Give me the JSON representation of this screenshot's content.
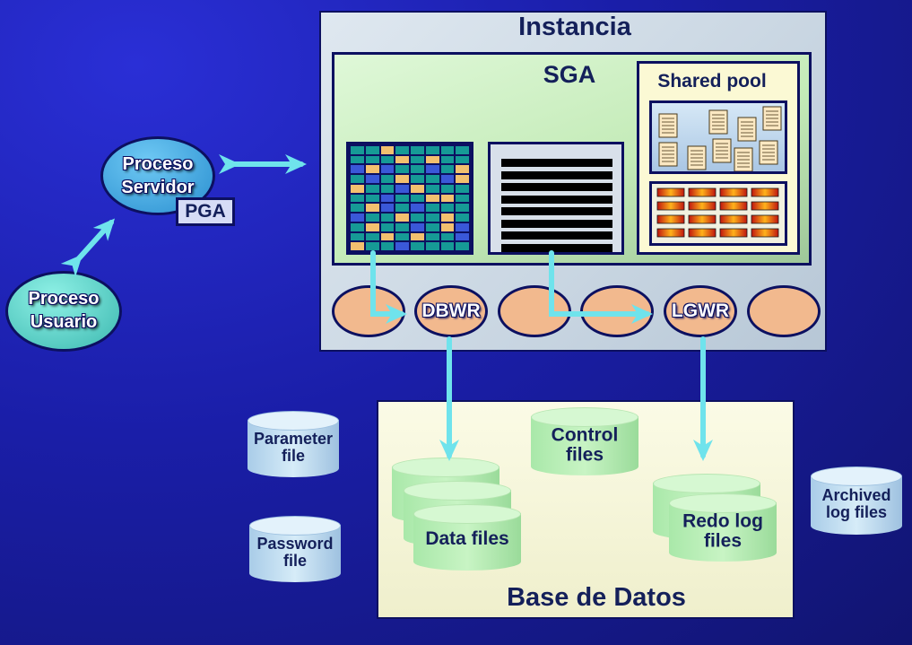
{
  "instance": {
    "title": "Instancia"
  },
  "sga": {
    "title": "SGA"
  },
  "shared_pool": {
    "title": "Shared pool"
  },
  "server_process": {
    "label": "Proceso Servidor",
    "pga": "PGA"
  },
  "user_process": {
    "label": "Proceso Usuario"
  },
  "background_processes": [
    "",
    "DBWR",
    "",
    "",
    "LGWR",
    ""
  ],
  "database": {
    "title": "Base de Datos",
    "control_files": "Control files",
    "data_files": "Data files",
    "redo_log_files": "Redo log files"
  },
  "external_files": {
    "parameter_file": "Parameter file",
    "password_file": "Password file",
    "archived_log_files": "Archived log files"
  },
  "colors": {
    "background": "#1a1ea8",
    "arrow": "#6fe3ec",
    "border": "#0c1060",
    "process_fill": "#f2b98e"
  }
}
